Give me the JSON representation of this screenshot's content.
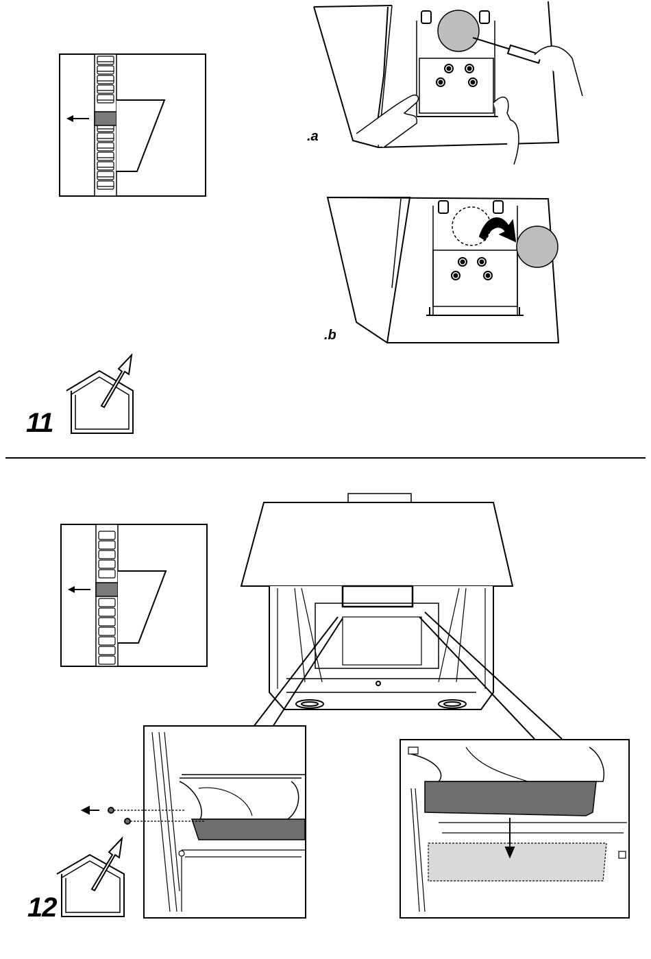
{
  "step11": {
    "number": "11",
    "sub_a": ".a",
    "sub_b": ".b"
  },
  "step12": {
    "number": "12"
  },
  "colors": {
    "line": "#000000",
    "grey_fill": "#bdbdbd",
    "dark_grey": "#6e6e6e",
    "light_grey": "#d9d9d9"
  },
  "icons": [
    "wall-brick-icon",
    "exhaust-house-icon",
    "arrow-left-icon",
    "arrow-down-icon",
    "curved-arrow-icon",
    "screwdriver-icon"
  ]
}
